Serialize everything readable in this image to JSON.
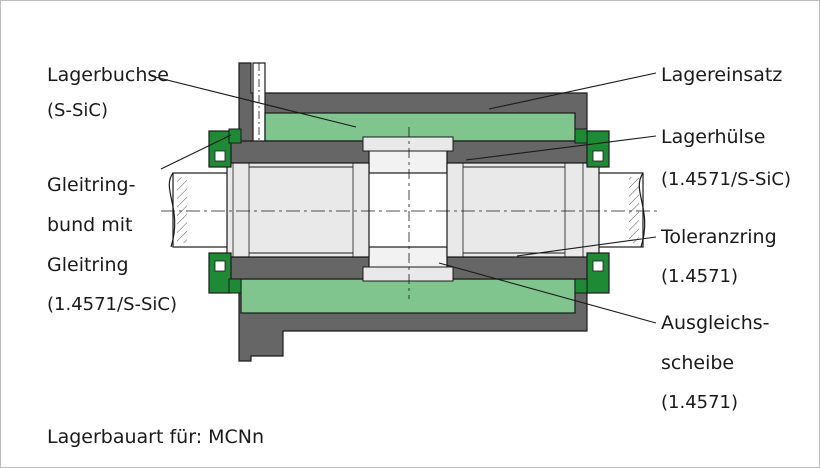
{
  "labels": {
    "lagerbuchse": "Lagerbuchse",
    "lagerbuchse_material": "(S-SiC)",
    "gleitring_line1": "Gleitring-",
    "gleitring_line2": "bund mit",
    "gleitring_line3": "Gleitring",
    "gleitring_material": "(1.4571/S-SiC)",
    "lagereinsatz": "Lagereinsatz",
    "lagerhuelse": "Lagerhülse",
    "lagerhuelse_material": "(1.4571/S-SiC)",
    "toleranzring": "Toleranzring",
    "toleranzring_material": "(1.4571)",
    "ausgleich_line1": "Ausgleichs-",
    "ausgleich_line2": "scheibe",
    "ausgleich_material": "(1.4571)",
    "bearing_type": "Lagerbauart für: MCNn"
  },
  "colors": {
    "green_light": "#7fc58d",
    "green_dark": "#1f8a36",
    "steel_dark": "#666666",
    "steel_mid": "#8a8a8a",
    "light_part": "#e9e9e9",
    "outline": "#1a1a1a"
  }
}
